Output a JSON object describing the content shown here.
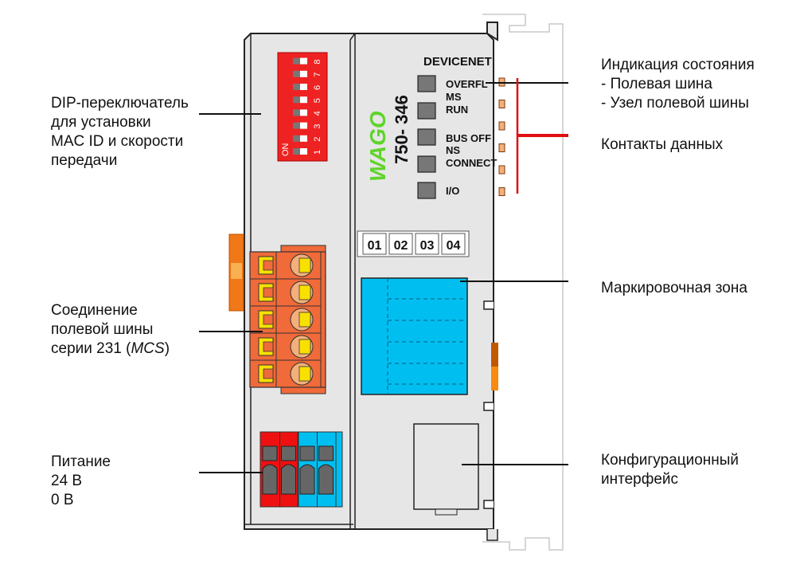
{
  "device": {
    "brand": "WAGO",
    "model": "750- 346",
    "bus_name": "DEVICENET",
    "colors": {
      "housing": "#e6e6e6",
      "dip_switch": "#ee2222",
      "wago_green": "#5fd42a",
      "terminal_orange": "#f06a3a",
      "terminal_yellow": "#f8e000",
      "marking_blue": "#00bff0",
      "power_red": "#ee1111",
      "power_blue": "#00bff0",
      "led_gray": "#777777",
      "callout_red": "#e01010"
    },
    "dip_switch": {
      "on_label": "ON",
      "positions": [
        "1",
        "2",
        "3",
        "4",
        "5",
        "6",
        "7",
        "8"
      ]
    },
    "leds": [
      {
        "labels": [
          "OVERFL"
        ]
      },
      {
        "labels": [
          "MS",
          "RUN"
        ]
      },
      {
        "labels": [
          "BUS OFF",
          "NS"
        ]
      },
      {
        "labels": [
          "CONNECT"
        ]
      },
      {
        "labels": [
          "I/O"
        ]
      }
    ],
    "led_label_text": {
      "overfl": "OVERFL",
      "ms": "MS",
      "run": "RUN",
      "bus_off": "BUS OFF",
      "ns": "NS",
      "connect": "CONNECT",
      "io": "I/O"
    },
    "channels": [
      "01",
      "02",
      "03",
      "04"
    ],
    "fieldbus_terminal_positions": 5,
    "power_terminals": [
      "24 V",
      "24 V",
      "0 V",
      "0 V"
    ]
  },
  "callouts": {
    "dip": "DIP-переключатель\nдля установки\nMAC ID и скорости\nпередачи",
    "fieldbus": "Соединение\nполевой шины\nсерии 231 (",
    "fieldbus_italic": "MCS",
    "fieldbus_end": ")",
    "power": "Питание\n24 В\n0 В",
    "status": "Индикация состояния\n- Полевая шина\n- Узел полевой шины",
    "data_contacts": "Контакты данных",
    "marking": "Маркировочная зона",
    "config": "Конфигурационный\nинтерфейс"
  }
}
